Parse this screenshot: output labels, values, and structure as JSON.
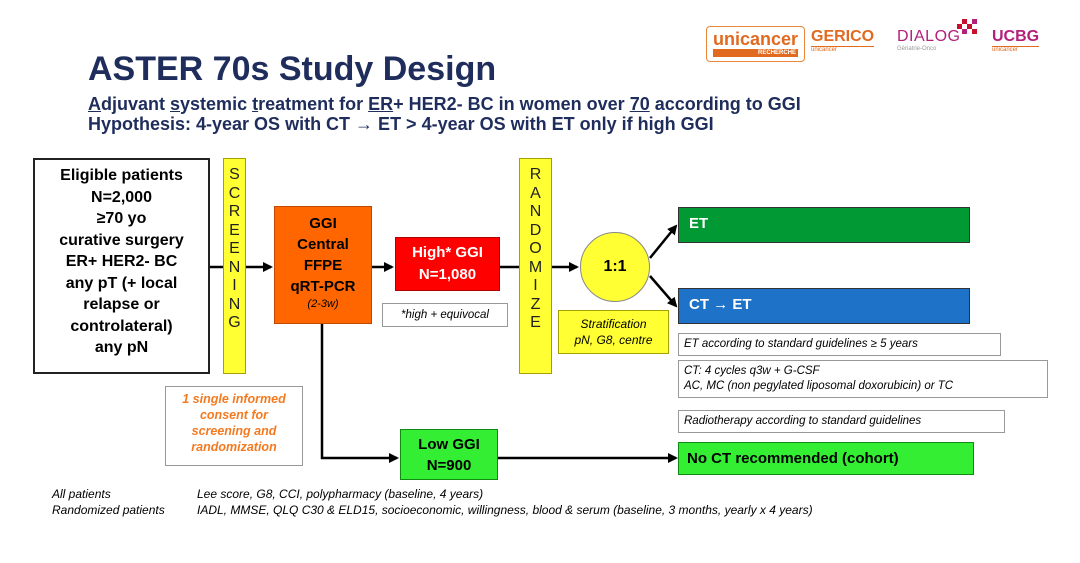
{
  "logos": {
    "unicancer": "unicancer",
    "unicancer_sub": "RECHERCHE",
    "gerico": "GERICO",
    "gerico_sub": "unicancer",
    "dialog": "DIALOG",
    "dialog_sub": "Gériatrie-Onco",
    "ucbg": "UCBG",
    "ucbg_sub": "unicancer"
  },
  "header": {
    "title": "ASTER 70s Study Design",
    "subtitle1": {
      "p1": "A",
      "p2": "djuvant ",
      "p3": "s",
      "p4": "ystemic ",
      "p5": "t",
      "p6": "reatment for ",
      "p7": "ER",
      "p8": "+ HER2- BC in women over ",
      "p9": "70",
      "p10": " according to GGI"
    },
    "subtitle2": "Hypothesis: 4-year OS with CT → ET > 4-year OS with ET only if high GGI"
  },
  "eligible": {
    "lines": [
      "Eligible patients",
      "N=2,000",
      "≥70 yo",
      "curative surgery",
      "ER+ HER2- BC",
      "any pT (+ local",
      "relapse or",
      "controlateral)",
      "any pN"
    ]
  },
  "screening": {
    "letters": [
      "S",
      "C",
      "R",
      "E",
      "E",
      "N",
      "I",
      "N",
      "G"
    ]
  },
  "ggi_central": {
    "lines": [
      "GGI",
      "Central",
      "FFPE",
      "qRT-PCR"
    ],
    "duration": "(2-3w)"
  },
  "high_ggi": {
    "line1": "High* GGI",
    "line2": "N=1,080",
    "note": "*high + equivocal"
  },
  "randomize": {
    "letters": [
      "R",
      "A",
      "N",
      "D",
      "O",
      "M",
      "I",
      "Z",
      "E"
    ]
  },
  "ratio": "1:1",
  "stratification": {
    "line1": "Stratification",
    "line2": "pN, G8, centre"
  },
  "arms": {
    "et": "ET",
    "ct": "CT → ET",
    "et_info": "ET according to standard guidelines ≥ 5 years",
    "ct_info1": "CT: 4 cycles q3w + G-CSF",
    "ct_info2": "AC, MC (non pegylated liposomal doxorubicin) or TC",
    "radio_info": "Radiotherapy according to standard guidelines"
  },
  "consent": {
    "lines": [
      "1 single informed",
      "consent for",
      "screening and",
      "randomization"
    ]
  },
  "low_ggi": {
    "line1": "Low GGI",
    "line2": "N=900"
  },
  "no_ct": "No CT recommended (cohort)",
  "footer": {
    "all_label": "All patients",
    "all_text": "Lee score, G8, CCI, polypharmacy (baseline, 4 years)",
    "rand_label": "Randomized patients",
    "rand_text": "IADL, MMSE, QLQ C30 & ELD15, socioeconomic, willingness, blood & serum (baseline, 3 months, yearly x 4 years)"
  },
  "colors": {
    "title": "#1f2d5c",
    "screening": "#ffff33",
    "ggi_central": "#ff6600",
    "high_ggi": "#ff0000",
    "et_arm": "#009933",
    "ct_arm": "#1e73c8",
    "low_ggi": "#33ee33",
    "consent_text": "#f47a20"
  }
}
